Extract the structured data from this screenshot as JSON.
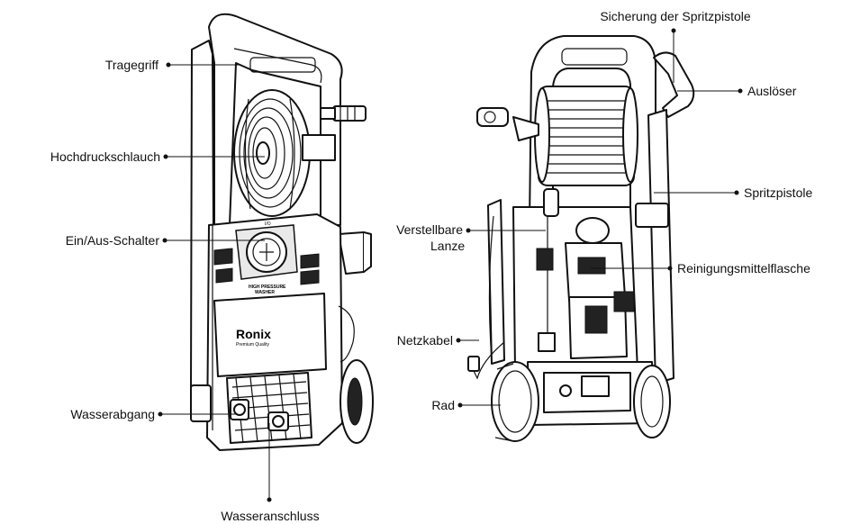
{
  "labels": {
    "tragegriff": "Tragegriff",
    "hochdruckschlauch": "Hochdruckschlauch",
    "ein_aus_schalter": "Ein/Aus-Schalter",
    "wasserabgang": "Wasserabgang",
    "wasseranschluss": "Wasseranschluss",
    "sicherung": "Sicherung der Spritzpistole",
    "ausloeser": "Auslöser",
    "spritzpistole": "Spritzpistole",
    "verstellbare_lanze_1": "Verstellbare",
    "verstellbare_lanze_2": "Lanze",
    "reinigungsmittelflasche": "Reinigungsmittelflasche",
    "netzkabel": "Netzkabel",
    "rad": "Rad"
  },
  "machine_front": {
    "brand": "Ronix",
    "brand_tagline": "Premium Quality",
    "panel_line1": "HIGH PRESSURE",
    "panel_line2": "WASHER",
    "switch_mark": "I/O"
  }
}
